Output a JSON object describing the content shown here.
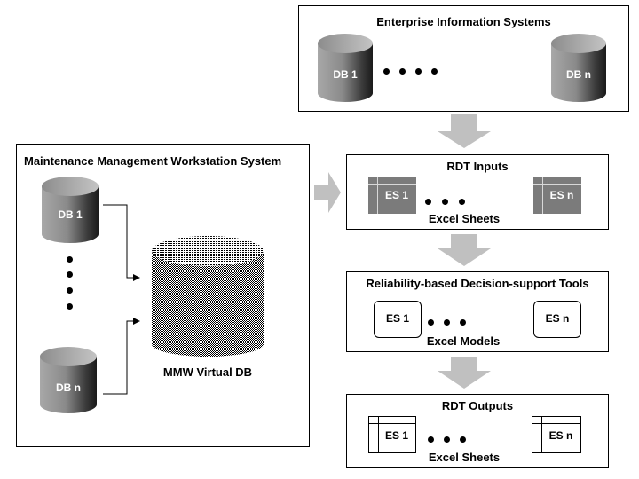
{
  "colors": {
    "arrow": "#c0c0c0",
    "sheet_dark": "#7b7b7b",
    "border": "#000000",
    "background": "#ffffff"
  },
  "enterprise": {
    "title": "Enterprise Information Systems",
    "db_first": "DB 1",
    "db_last": "DB n",
    "ellipsis_dots": 4
  },
  "mmw": {
    "title": "Maintenance Management Workstation System",
    "db_first": "DB 1",
    "db_last": "DB n",
    "virtual_db_label": "MMW Virtual DB",
    "ellipsis_dots": 4
  },
  "rdt_inputs": {
    "title": "RDT Inputs",
    "item_first": "ES 1",
    "item_last": "ES n",
    "caption": "Excel Sheets"
  },
  "rdt_tools": {
    "title": "Reliability-based Decision-support Tools",
    "item_first": "ES 1",
    "item_last": "ES n",
    "caption": "Excel Models"
  },
  "rdt_outputs": {
    "title": "RDT Outputs",
    "item_first": "ES 1",
    "item_last": "ES n",
    "caption": "Excel Sheets"
  }
}
